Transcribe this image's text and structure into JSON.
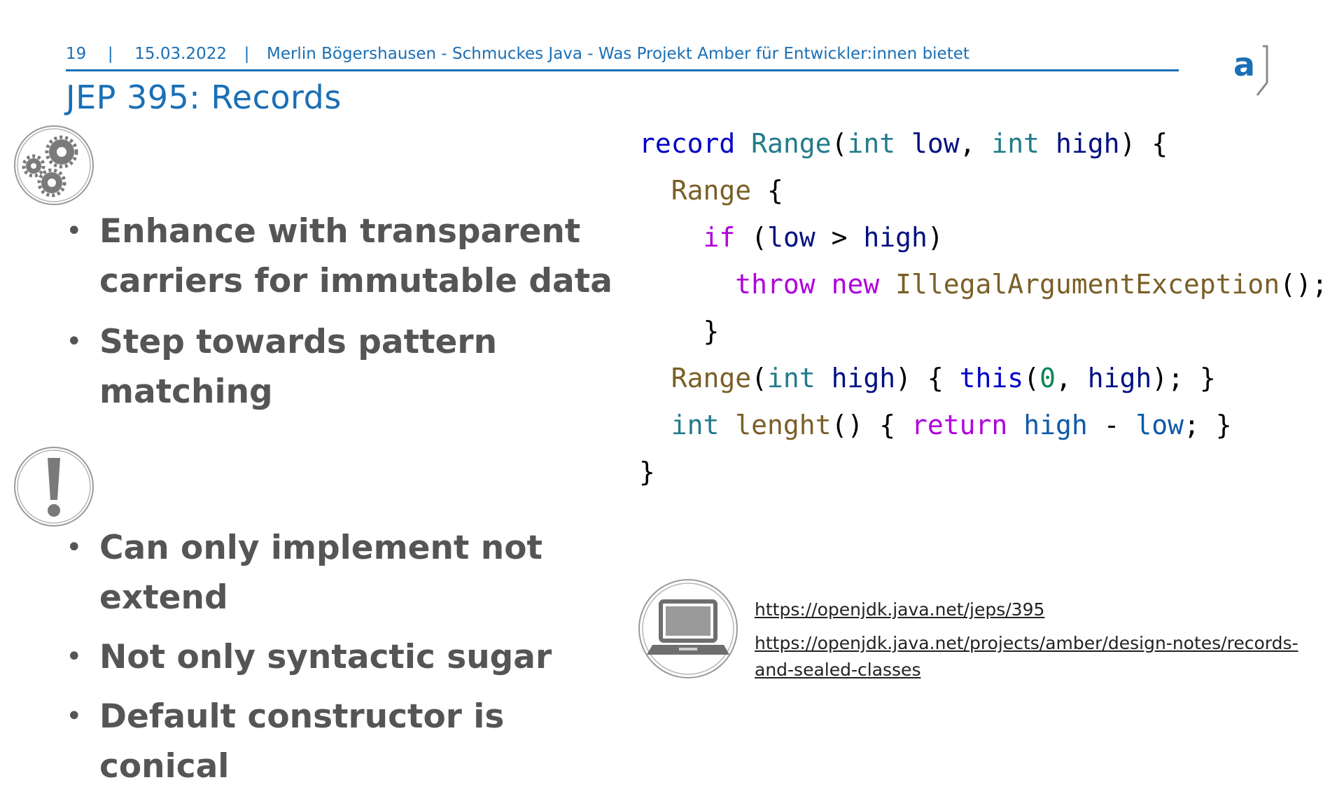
{
  "header": {
    "page_number": "19",
    "separator": "|",
    "date": "15.03.2022",
    "subtitle": "Merlin Bögershausen - Schmuckes Java - Was Projekt Amber für Entwickler:innen bietet",
    "logo_letter": "a",
    "accent_color": "#1a6fb5"
  },
  "title": "JEP 395: Records",
  "stamps": {
    "top": "gears-icon",
    "middle": "exclamation-icon",
    "bottom": "laptop-icon"
  },
  "benefits": [
    {
      "bullet": "•",
      "text": "Enhance with transparent carriers for immutable data"
    },
    {
      "bullet": "•",
      "text": "Step towards pattern matching"
    }
  ],
  "limitations": [
    {
      "bullet": "•",
      "text": "Can only implement not extend"
    },
    {
      "bullet": "•",
      "text": "Not only syntactic sugar"
    },
    {
      "bullet": "•",
      "text": "Default constructor is conical"
    }
  ],
  "code": {
    "language": "java",
    "tokens": {
      "kw_record": "record",
      "name": "Range",
      "lparen": "(",
      "rparen": ")",
      "t_int": "int",
      "low": "low",
      "high": "high",
      "comma": ",",
      "lbrace": "{",
      "rbrace": "}",
      "kw_if": "if",
      "gt": ">",
      "kw_throw": "throw",
      "kw_new": "new",
      "exception": "IllegalArgumentException",
      "call_end": "();",
      "kw_this": "this",
      "zero": "0",
      "end_stmt": ");",
      "method": "lenght",
      "empty_parens": "()",
      "kw_return": "return",
      "minus": "-",
      "semicolon": ";"
    }
  },
  "links": [
    "https://openjdk.java.net/jeps/395",
    "https://openjdk.java.net/projects/amber/design-notes/records-and-sealed-classes"
  ]
}
